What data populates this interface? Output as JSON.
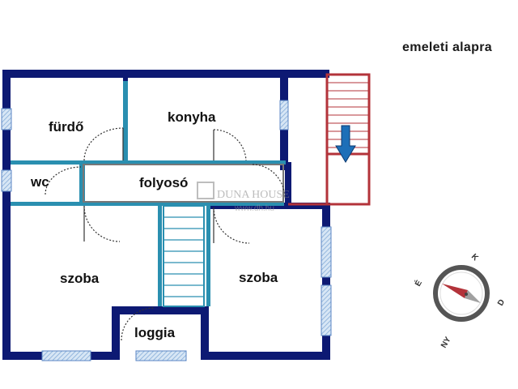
{
  "title": "emeleti alapra",
  "watermark": {
    "brand": "DUNA HOUSE",
    "url": "www.dh.hu"
  },
  "rooms": {
    "furdo": "fürdő",
    "konyha": "konyha",
    "wc": "wc",
    "folyoso": "folyosó",
    "szoba_left": "szoba",
    "szoba_right": "szoba",
    "loggia": "loggia"
  },
  "compass": {
    "k": "K",
    "e": "É",
    "d": "D",
    "ny": "NY"
  },
  "colors": {
    "wall": "#0d1973",
    "inner_wall": "#2a8fb0",
    "stair_red": "#b3333a",
    "arrow": "#1d6fb8",
    "window": "#a9c9e8"
  }
}
